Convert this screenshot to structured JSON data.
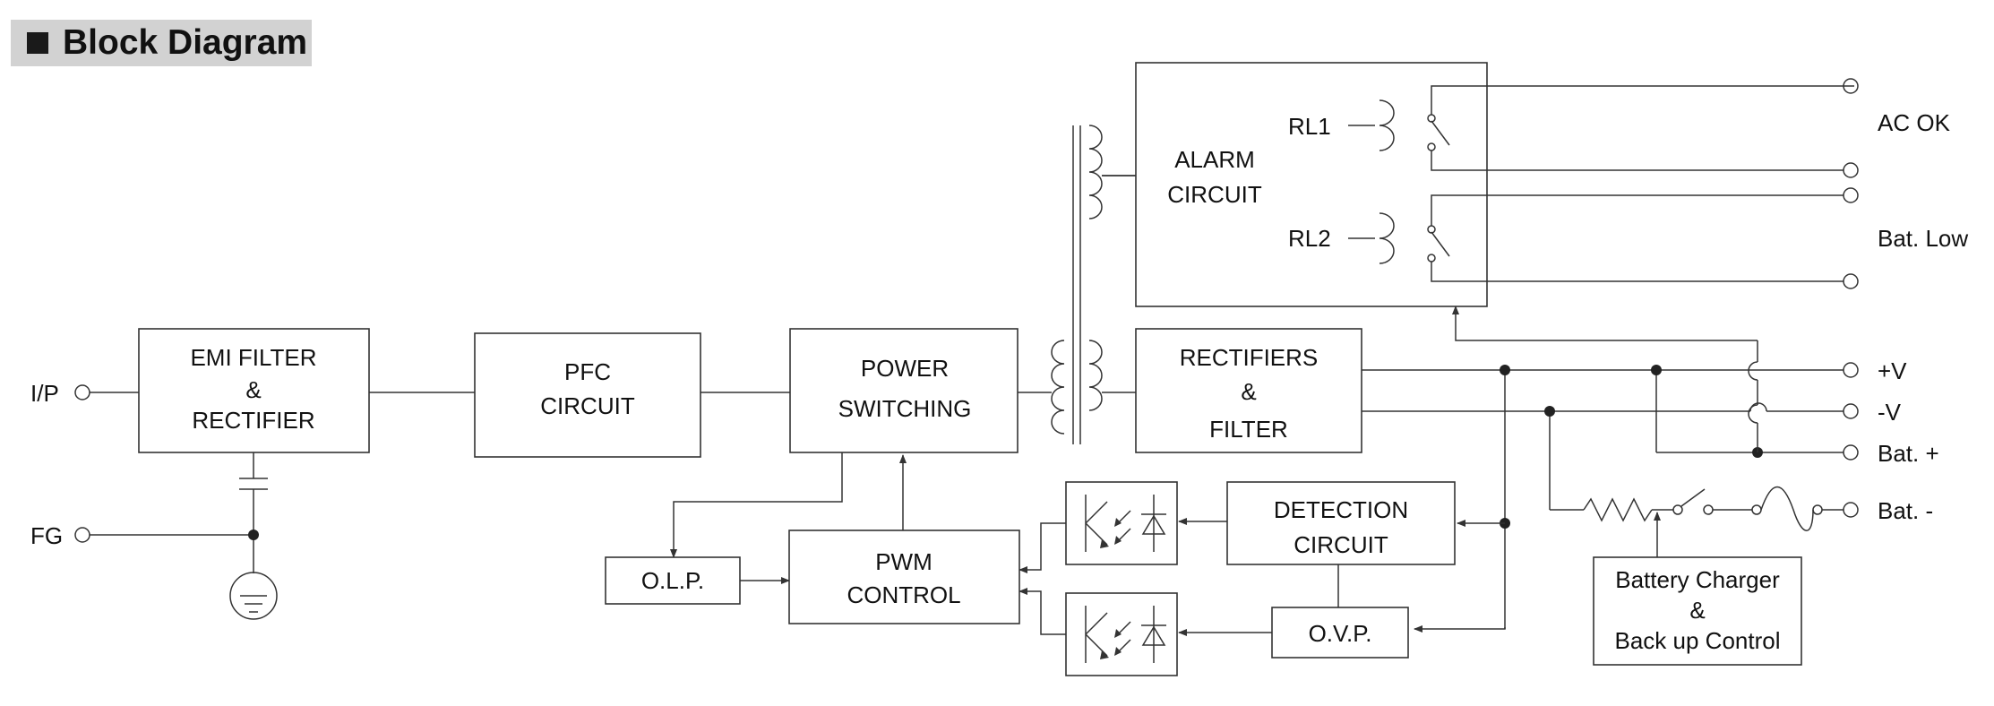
{
  "title": "Block Diagram",
  "blocks": {
    "emi": [
      "EMI FILTER",
      "&",
      "RECTIFIER"
    ],
    "pfc": [
      "PFC",
      "CIRCUIT"
    ],
    "power_switching": [
      "POWER",
      "SWITCHING"
    ],
    "olp": [
      "O.L.P."
    ],
    "pwm": [
      "PWM",
      "CONTROL"
    ],
    "alarm": [
      "ALARM",
      "CIRCUIT"
    ],
    "rectifiers": [
      "RECTIFIERS",
      "&",
      "FILTER"
    ],
    "detection": [
      "DETECTION",
      "CIRCUIT"
    ],
    "ovp": [
      "O.V.P."
    ],
    "charger": [
      "Battery Charger",
      "&",
      "Back up Control"
    ]
  },
  "relays": [
    "RL1",
    "RL2"
  ],
  "terminals": {
    "ip": "I/P",
    "fg": "FG",
    "ac_ok": "AC OK",
    "bat_low": "Bat. Low",
    "plus_v": "+V",
    "minus_v": "-V",
    "bat_plus": "Bat. +",
    "bat_minus": "Bat. -"
  }
}
